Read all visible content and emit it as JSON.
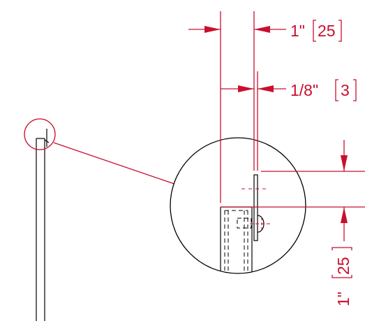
{
  "colors": {
    "dimension": "#c8102e",
    "linework": "#000000",
    "background": "#ffffff"
  },
  "dimensions": {
    "top_width": {
      "imperial": "1\"",
      "metric": "25"
    },
    "gap_width": {
      "imperial": "1/8\"",
      "metric": "3"
    },
    "vertical_offset": {
      "imperial": "1\"",
      "metric": "25"
    }
  },
  "detail": {
    "callout": "detail-circle"
  }
}
